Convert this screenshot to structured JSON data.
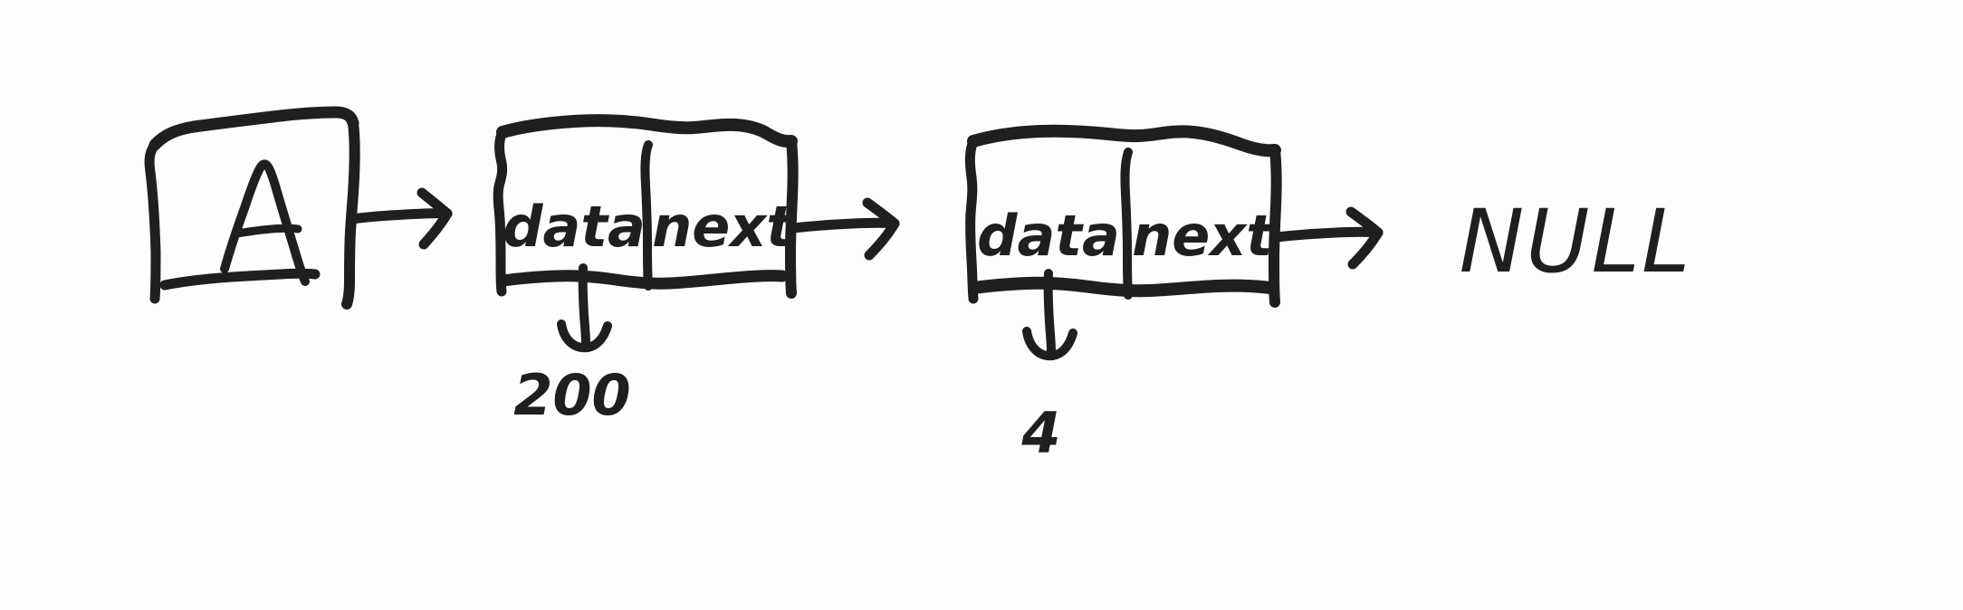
{
  "diagram": {
    "title_text": "",
    "ink_color": "#1f1f1f",
    "background_color": "#fdfdfd",
    "head_pointer": {
      "label": "A",
      "name": "head-pointer-box"
    },
    "nodes": [
      {
        "data_label": "data",
        "next_label": "next",
        "value": "200"
      },
      {
        "data_label": "data",
        "next_label": "next",
        "value": "4"
      }
    ],
    "terminator": {
      "label": "NULL"
    },
    "arrows": [
      {
        "name": "arrow-head-to-node1",
        "from": "head-pointer-box",
        "to": "node-1"
      },
      {
        "name": "arrow-node1-to-node2",
        "from": "node-1",
        "to": "node-2"
      },
      {
        "name": "arrow-node2-to-null",
        "from": "node-2",
        "to": "null-terminator"
      }
    ],
    "value_arrows": [
      {
        "name": "value-arrow-node1",
        "from": "node-1-data-cell",
        "to": "node-1-value"
      },
      {
        "name": "value-arrow-node2",
        "from": "node-2-data-cell",
        "to": "node-2-value"
      }
    ]
  }
}
